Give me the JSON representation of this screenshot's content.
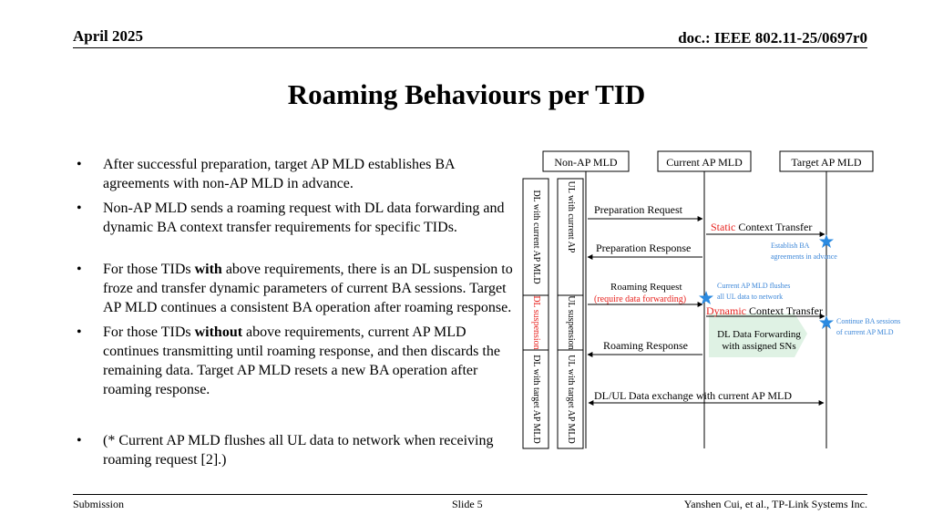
{
  "header": {
    "date": "April 2025",
    "doc": "doc.: IEEE 802.11-25/0697r0"
  },
  "title": "Roaming Behaviours per TID",
  "bullets": {
    "b1": "After successful preparation, target AP MLD establishes BA agreements with non-AP MLD in advance.",
    "b2": "Non-AP MLD sends a roaming request with DL data forwarding and dynamic BA context transfer requirements for specific TIDs.",
    "b3_before": "For those TIDs ",
    "b3_bold": "with",
    "b3_after": " above requirements, there is an DL suspension to froze and transfer dynamic parameters of current BA sessions. Target AP MLD continues a consistent BA operation after roaming response.",
    "b4_before": "For those TIDs ",
    "b4_bold": "without",
    "b4_after": " above requirements, current AP MLD continues transmitting until roaming response, and then discards the remaining data. Target AP MLD resets a new BA operation after roaming response.",
    "b5": "(* Current AP MLD flushes all UL data to network when receiving roaming request [2].)"
  },
  "diagram": {
    "entities": {
      "non_ap": "Non-AP MLD",
      "current_ap": "Current AP MLD",
      "target_ap": "Target AP MLD"
    },
    "left_column": {
      "dl_current": "DL with current AP MLD",
      "dl_suspension": "DL suspension",
      "dl_target": "DL with target AP MLD"
    },
    "right_column": {
      "ul_current": "UL with current AP",
      "ul_suspension": "UL suspension",
      "ul_target": "UL with target AP MLD"
    },
    "messages": {
      "prep_request": "Preparation Request",
      "static_word": "Static",
      "context_transfer": " Context Transfer",
      "prep_response": "Preparation Response",
      "establish_1": "Establish BA",
      "establish_2": "agreements in advance",
      "roam_request": "Roaming Request",
      "roam_request_sub": "(require data forwarding)",
      "flush_1": "Current AP MLD flushes",
      "flush_2": "all UL data to network",
      "dynamic_word": "Dynamic",
      "dynamic_context": " Context Transfer",
      "continue_1": "Continue BA sessions",
      "continue_2": "of current AP MLD",
      "dl_forward_1": "DL Data Forwarding",
      "dl_forward_2": "with assigned SNs",
      "roam_response": "Roaming Response",
      "data_exchange": "DL/UL Data exchange with current AP MLD"
    },
    "colors": {
      "red": "#e8231f",
      "blue": "#3b86d8",
      "star": "#2b8ae0",
      "green_fill": "#dff2e4"
    },
    "icons": [
      "star-icon",
      "star-icon",
      "star-icon"
    ]
  },
  "footer": {
    "left": "Submission",
    "center": "Slide 5",
    "right": "Yanshen Cui, et al., TP-Link Systems Inc."
  }
}
